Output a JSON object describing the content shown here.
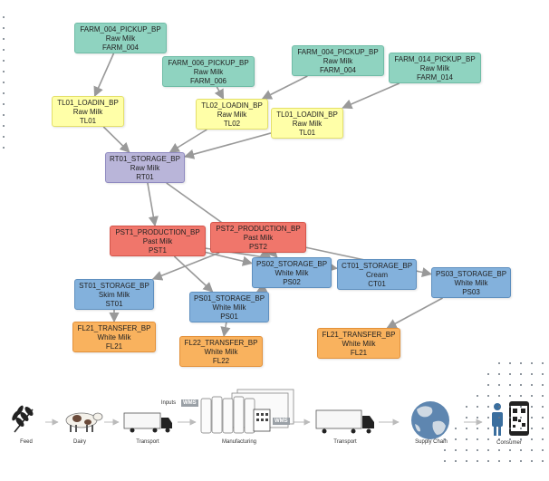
{
  "nodes": {
    "farm004a": {
      "l1": "FARM_004_PICKUP_BP",
      "l2": "Raw Milk",
      "l3": "FARM_004"
    },
    "farm006": {
      "l1": "FARM_006_PICKUP_BP",
      "l2": "Raw Milk",
      "l3": "FARM_006"
    },
    "farm004b": {
      "l1": "FARM_004_PICKUP_BP",
      "l2": "Raw Milk",
      "l3": "FARM_004"
    },
    "farm014": {
      "l1": "FARM_014_PICKUP_BP",
      "l2": "Raw Milk",
      "l3": "FARM_014"
    },
    "tl01a": {
      "l1": "TL01_LOADIN_BP",
      "l2": "Raw Milk",
      "l3": "TL01"
    },
    "tl02": {
      "l1": "TL02_LOADIN_BP",
      "l2": "Raw Milk",
      "l3": "TL02"
    },
    "tl01b": {
      "l1": "TL01_LOADIN_BP",
      "l2": "Raw Milk",
      "l3": "TL01"
    },
    "rt01": {
      "l1": "RT01_STORAGE_BP",
      "l2": "Raw Milk",
      "l3": "RT01"
    },
    "pst1": {
      "l1": "PST1_PRODUCTION_BP",
      "l2": "Past Milk",
      "l3": "PST1"
    },
    "pst2": {
      "l1": "PST2_PRODUCTION_BP",
      "l2": "Past Milk",
      "l3": "PST2"
    },
    "st01": {
      "l1": "ST01_STORAGE_BP",
      "l2": "Skim Milk",
      "l3": "ST01"
    },
    "ps02": {
      "l1": "PS02_STORAGE_BP",
      "l2": "White Milk",
      "l3": "PS02"
    },
    "ct01": {
      "l1": "CT01_STORAGE_BP",
      "l2": "Cream",
      "l3": "CT01"
    },
    "ps03": {
      "l1": "PS03_STORAGE_BP",
      "l2": "White Milk",
      "l3": "PS03"
    },
    "ps01": {
      "l1": "PS01_STORAGE_BP",
      "l2": "White Milk",
      "l3": "PS01"
    },
    "fl21a": {
      "l1": "FL21_TRANSFER_BP",
      "l2": "White Milk",
      "l3": "FL21"
    },
    "fl22": {
      "l1": "FL22_TRANSFER_BP",
      "l2": "White Milk",
      "l3": "FL22"
    },
    "fl21b": {
      "l1": "FL21_TRANSFER_BP",
      "l2": "White Milk",
      "l3": "FL21"
    }
  },
  "edges": [
    [
      "farm004a",
      "tl01a"
    ],
    [
      "farm006",
      "tl02"
    ],
    [
      "farm004b",
      "tl02"
    ],
    [
      "farm014",
      "tl01b"
    ],
    [
      "tl01a",
      "rt01"
    ],
    [
      "tl02",
      "rt01"
    ],
    [
      "tl01b",
      "rt01"
    ],
    [
      "rt01",
      "pst1"
    ],
    [
      "rt01",
      "ps02"
    ],
    [
      "pst1",
      "ps01"
    ],
    [
      "pst1",
      "ct01"
    ],
    [
      "pst1",
      "ps02"
    ],
    [
      "pst2",
      "st01"
    ],
    [
      "pst2",
      "ps02"
    ],
    [
      "pst2",
      "ps03"
    ],
    [
      "st01",
      "fl21a"
    ],
    [
      "ps01",
      "fl22"
    ],
    [
      "ps02",
      "ps01"
    ],
    [
      "ps03",
      "fl21b"
    ]
  ],
  "supply_chain": {
    "inputs_label": "Inputs",
    "wms_label": "WMS",
    "stages": [
      "Feed",
      "Dairy",
      "Transport",
      "Manufacturing",
      "Transport",
      "Supply Chain",
      "Consumer"
    ],
    "icons": [
      "wheat-icon",
      "cow-icon",
      "truck-icon",
      "factory-icon",
      "truck-icon",
      "globe-icon",
      "consumer-phone-icon"
    ]
  },
  "colors": {
    "farm": "#8fd3c0",
    "loadin": "#ffffa8",
    "raw_storage": "#b9b5d9",
    "production": "#f0766b",
    "storage": "#83b1dc",
    "transfer": "#f9b25e",
    "edge": "#999999"
  }
}
